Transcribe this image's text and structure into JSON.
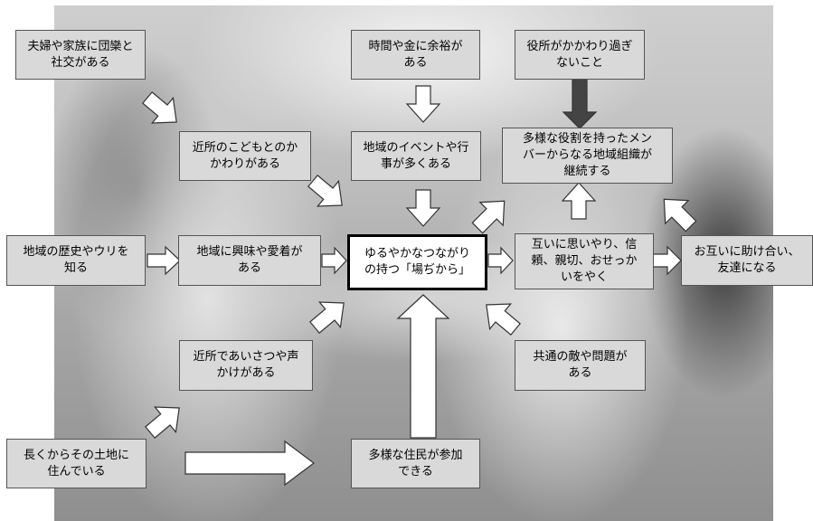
{
  "boxes": {
    "family": "夫婦や家族に団欒と\n社交がある",
    "time_money": "時間や金に余裕が\nある",
    "government": "役所がかかわり過ぎ\nないこと",
    "children": "近所のこどもとのか\nかわりがある",
    "events": "地域のイベントや行\n事が多くある",
    "organization": "多様な役割を持ったメン\nバーからなる地域組織が\n継続する",
    "history": "地域の歴史やウリを\n知る",
    "interest": "地域に興味や愛着が\nある",
    "center": "ゆるやかなつながり\nの持つ「場ぢから」",
    "mutual": "互いに思いやり、信\n頼、親切、おせっか\nいをやく",
    "help": "お互いに助け合い、\n友達になる",
    "greeting": "近所であいさつや声\nかけがある",
    "common_enemy": "共通の敵や問題が\nある",
    "long_residence": "長くからその土地に\n住んでいる",
    "diverse_residents": "多様な住民が参加\nできる"
  }
}
